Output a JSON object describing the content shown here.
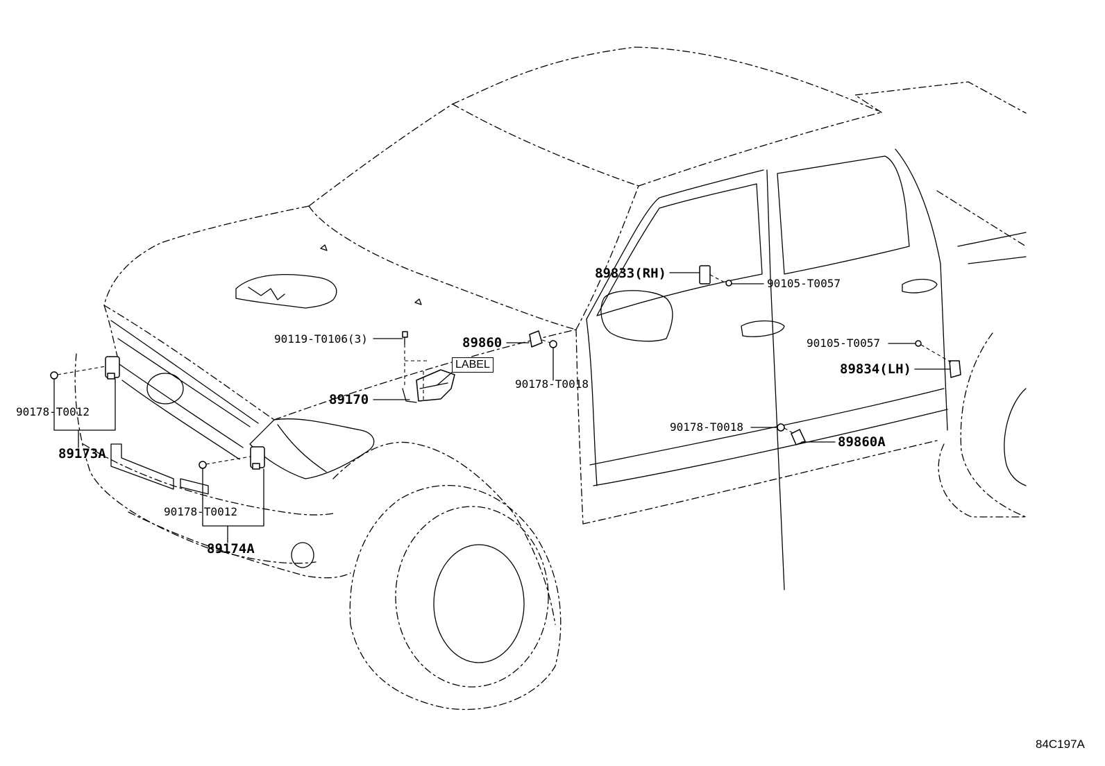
{
  "diagram_id": "84C197A",
  "label_tag": "LABEL",
  "callouts": {
    "p90119_t0106": "90119-T0106(3)",
    "p89860": "89860",
    "p89170": "89170",
    "p90178_t0018_upper": "90178-T0018",
    "p89833": "89833(RH)",
    "p90105_t0057_upper": "90105-T0057",
    "p90105_t0057_lower": "90105-T0057",
    "p89834": "89834(LH)",
    "p90178_t0018_lower": "90178-T0018",
    "p89860a": "89860A",
    "p90178_t0012_left": "90178-T0012",
    "p89173a": "89173A",
    "p90178_t0012_right": "90178-T0012",
    "p89174a": "89174A"
  }
}
